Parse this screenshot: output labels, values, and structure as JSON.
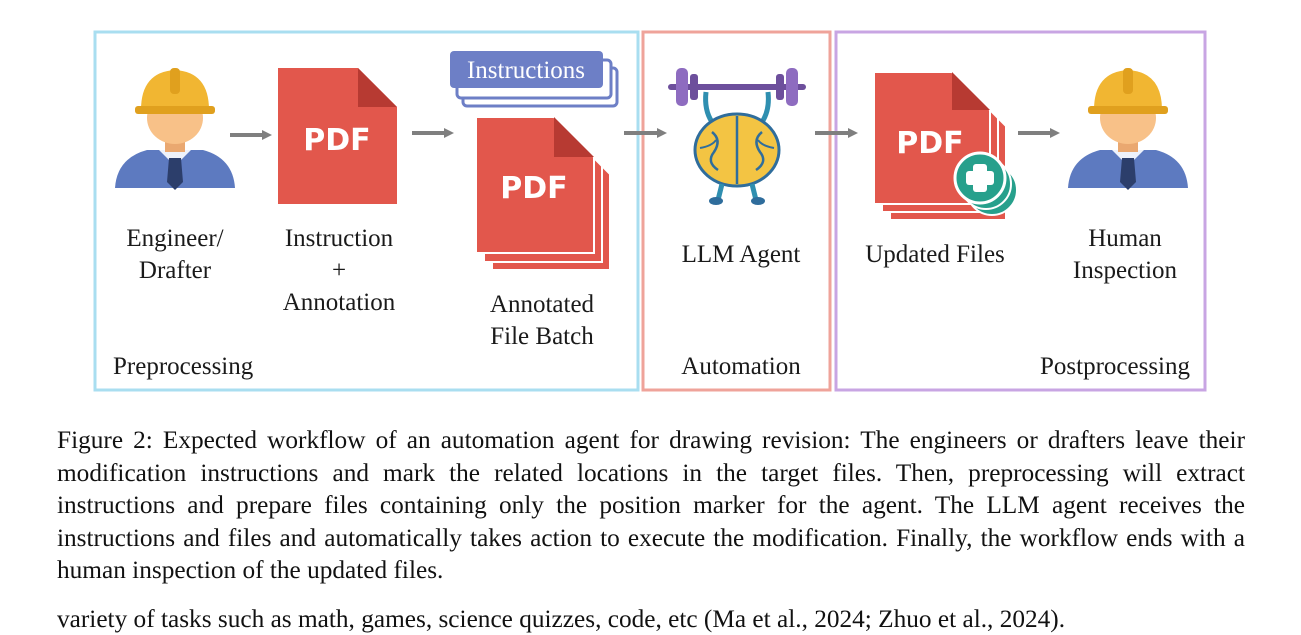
{
  "stages": {
    "preprocessing": {
      "label": "Preprocessing",
      "color": "#a9def0"
    },
    "automation": {
      "label": "Automation",
      "color": "#efa39a"
    },
    "postprocessing": {
      "label": "Postprocessing",
      "color": "#c8a5e3"
    }
  },
  "nodes": {
    "engineer": {
      "line1": "Engineer/",
      "line2": "Drafter",
      "icon": "worker-icon"
    },
    "instruction": {
      "line1": "Instruction",
      "line2": "+",
      "line3": "Annotation",
      "icon": "pdf-file-icon",
      "pdf_label": "PDF"
    },
    "instructions_stack": {
      "label": "Instructions",
      "icon": "instruction-cards-icon"
    },
    "annotated_batch": {
      "line1": "Annotated",
      "line2": "File Batch",
      "icon": "pdf-stack-icon",
      "pdf_label": "PDF"
    },
    "llm_agent": {
      "label": "LLM Agent",
      "icon": "brain-lifting-barbell-icon"
    },
    "updated_files": {
      "label": "Updated Files",
      "icon": "pdf-stack-plus-icon",
      "pdf_label": "PDF"
    },
    "human_inspection": {
      "line1": "Human",
      "line2": "Inspection",
      "icon": "worker-icon"
    }
  },
  "colors": {
    "pdf_red": "#e2574c",
    "pdf_fold": "#b73a32",
    "instructions_blue": "#6d7fc6",
    "helmet": "#f1b632",
    "skin": "#f8c188",
    "shirt": "#5d7ac0",
    "arrow": "#7f7f7f",
    "plus_badge": "#27a08c"
  },
  "caption": "Figure 2: Expected workflow of an automation agent for drawing revision: The engineers or drafters leave their modification instructions and mark the related locations in the target files. Then, preprocessing will extract instructions and prepare files containing only the position marker for the agent. The LLM agent receives the instructions and files and automatically takes action to execute the modification. Finally, the workflow ends with a human inspection of the updated files.",
  "body_text_cutoff": "variety of tasks such as math, games, science quizzes, code, etc (Ma et al., 2024; Zhuo et al., 2024)."
}
